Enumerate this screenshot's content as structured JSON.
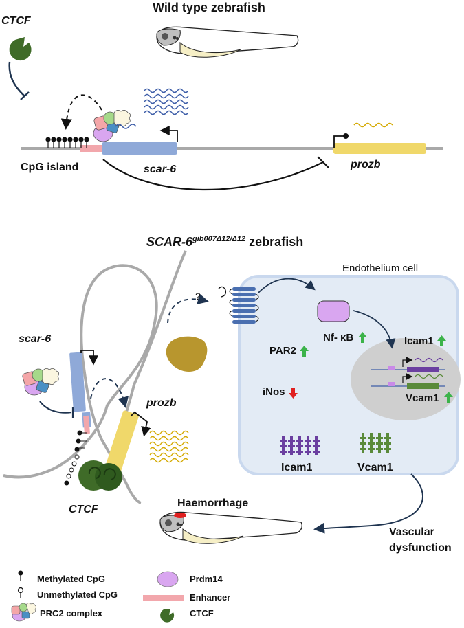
{
  "wildtype": {
    "title": "Wild type zebrafish",
    "ctcf_label": "CTCF",
    "cpg_island_label": "CpG island",
    "scar6_label": "scar-6",
    "prozb_label": "prozb"
  },
  "mutant": {
    "title_main": "SCAR-6",
    "title_sup": "gib007Δ12/Δ12",
    "title_suffix": " zebrafish",
    "scar6_label": "scar-6",
    "prozb_label": "prozb",
    "ctcf_label": "CTCF",
    "question_mark": "?"
  },
  "cell": {
    "title": "Endothelium cell",
    "par2_label": "PAR2",
    "nfkb_label": "Nf- κB",
    "icam1_inner_label": "Icam1",
    "vcam1_inner_label": "Vcam1",
    "inos_label": "iNos",
    "icam1_surface_label": "Icam1",
    "vcam1_surface_label": "Vcam1"
  },
  "outcome": {
    "haemorrhage_label": "Haemorrhage",
    "vascular_line1": "Vascular",
    "vascular_line2": "dysfunction"
  },
  "legend": {
    "methylated": "Methylated CpG",
    "unmethylated": "Unmethylated CpG",
    "prc2": "PRC2 complex",
    "prdm14": "Prdm14",
    "enhancer": "Enhancer",
    "ctcf": "CTCF"
  },
  "colors": {
    "ctcf_green": "#3f6b28",
    "scar6_blue": "#8fa9d8",
    "prozb_yellow": "#f0d86a",
    "enhancer_pink": "#f2a7ac",
    "prdm14_purple": "#d9a6f0",
    "icam1_purple": "#6b3fa0",
    "vcam1_green": "#5a8a3a",
    "cell_bg": "#e3ebf5",
    "nucleus_grey": "#cfcfcf",
    "par2_blue": "#4a6fb0",
    "up_green": "#3cb34a",
    "down_red": "#e02020",
    "haemorrhage_red": "#e02020"
  }
}
